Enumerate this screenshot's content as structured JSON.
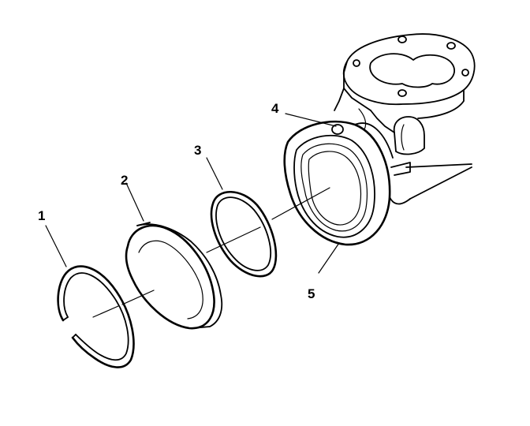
{
  "callouts": {
    "retaining_ring": "1",
    "cover": "2",
    "seal_ring": "3",
    "dowel": "4",
    "housing": "5"
  },
  "colors": {
    "line": "#000000",
    "background": "#ffffff"
  }
}
